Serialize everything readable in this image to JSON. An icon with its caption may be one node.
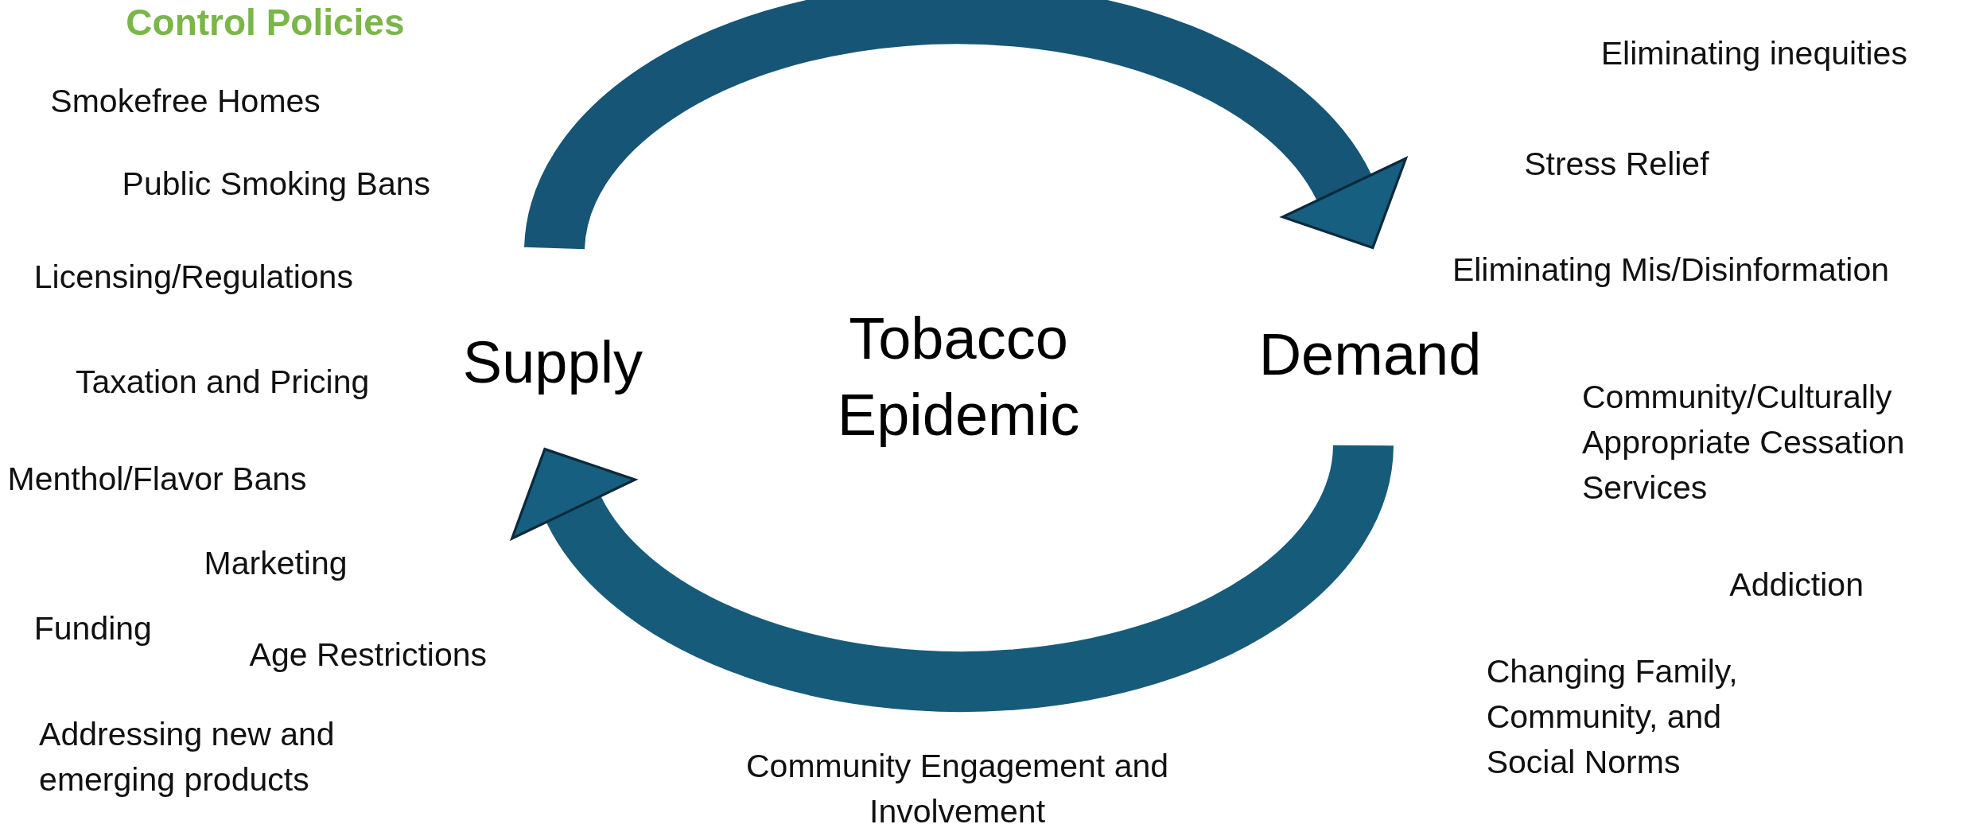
{
  "diagram": {
    "nodes": [
      {
        "text": [
          "Supply"
        ]
      },
      {
        "text": [
          "Tobacco Epidemic"
        ]
      },
      {
        "text": [
          "Demand"
        ]
      }
    ],
    "edges": [
      {
        "from": 0,
        "to": 2,
        "arrow": "to"
      },
      {
        "from": 2,
        "to": 0,
        "arrow": "to"
      }
    ],
    "labels": [
      "Control Policies",
      "Eliminating inequities",
      "Smokefree Homes",
      "Stress Relief",
      "Public Smoking Bans",
      "Licensing/Regulations",
      "Eliminating Mis/Disinformation",
      "Taxation and Pricing",
      "Community/Culturally Appropriate Cessation Services",
      "Menthol/Flavor Bans",
      "Marketing",
      "Addiction",
      "Funding",
      "Age Restrictions",
      "Changing Family, Community, and Social Norms",
      "Addressing new and emerging products",
      "Community Engagement and Involvement"
    ]
  }
}
